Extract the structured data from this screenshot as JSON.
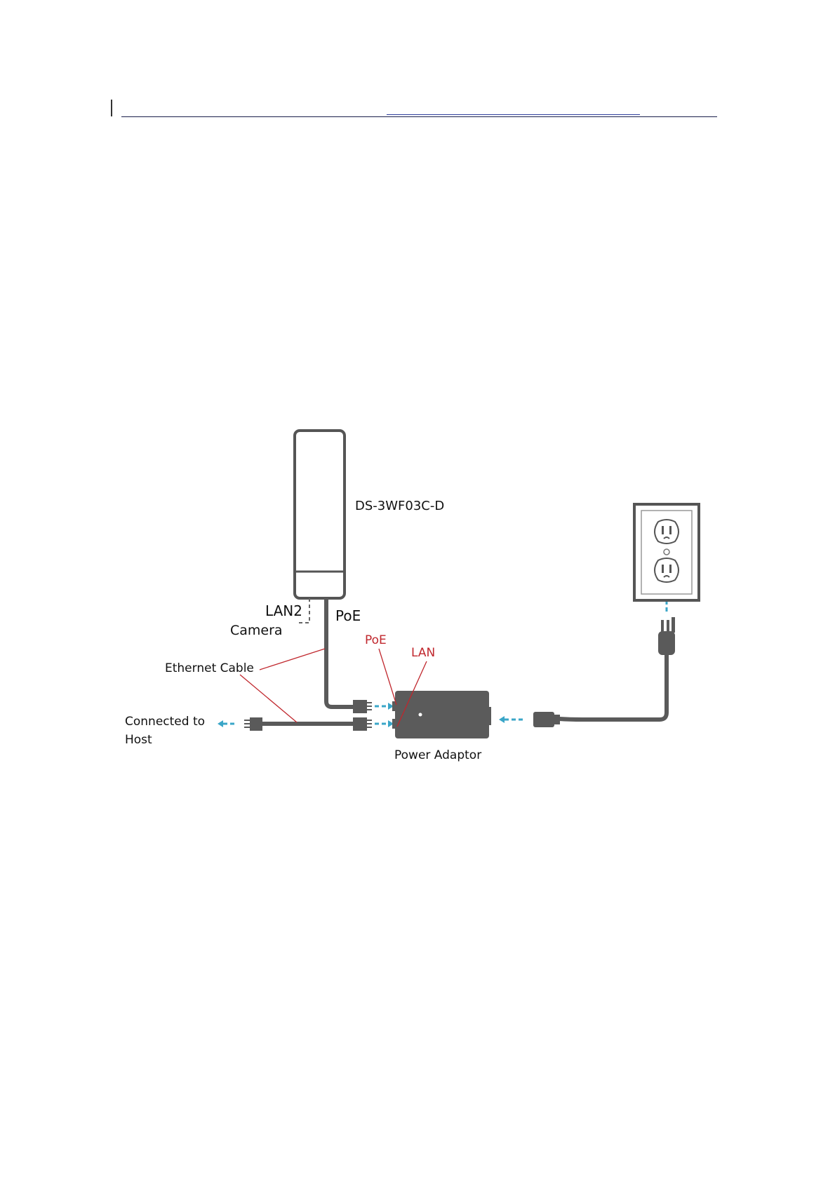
{
  "diagram": {
    "device_label": "DS-3WF03C-D",
    "lan2_label": "LAN2",
    "poe_label": "PoE",
    "camera_label": "Camera",
    "adaptor_poe_label": "PoE",
    "adaptor_lan_label": "LAN",
    "ethernet_cable_label": "Ethernet Cable",
    "host_label_line1": "Connected to",
    "host_label_line2": "Host",
    "power_adaptor_label": "Power Adaptor",
    "colors": {
      "device": "#555555",
      "cable": "#5a5a5a",
      "arrow": "#3aa6c8",
      "callout": "#c0272d",
      "adaptor": "#5b5b5b"
    }
  }
}
